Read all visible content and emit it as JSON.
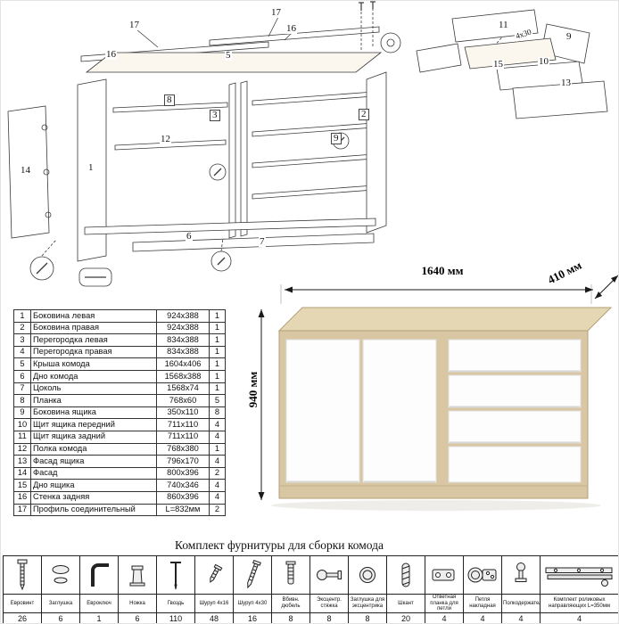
{
  "diagram": {
    "callouts": [
      {
        "label": "17"
      },
      {
        "label": "16"
      },
      {
        "label": "5"
      },
      {
        "label": "17"
      },
      {
        "label": "16"
      },
      {
        "label": "8"
      },
      {
        "label": "12"
      },
      {
        "label": "3"
      },
      {
        "label": "1"
      },
      {
        "label": "14"
      },
      {
        "label": "2"
      },
      {
        "label": "9"
      },
      {
        "label": "6"
      },
      {
        "label": "7"
      },
      {
        "label": "11"
      },
      {
        "label": "9"
      },
      {
        "label": "15"
      },
      {
        "label": "10"
      },
      {
        "label": "13"
      },
      {
        "label": "4x30"
      }
    ]
  },
  "overview": {
    "width": "1640 мм",
    "depth": "410 мм",
    "height": "940 мм"
  },
  "colors": {
    "oak_front": "#d8c7a2",
    "oak_top": "#e6d7b4",
    "front_white": "#fdfdfd",
    "line": "#3a3a3a"
  },
  "parts_table": {
    "rows": [
      {
        "num": "1",
        "name": "Боковина левая",
        "size": "924x388",
        "qty": "1"
      },
      {
        "num": "2",
        "name": "Боковина правая",
        "size": "924x388",
        "qty": "1"
      },
      {
        "num": "3",
        "name": "Перегородка левая",
        "size": "834x388",
        "qty": "1"
      },
      {
        "num": "4",
        "name": "Перегородка правая",
        "size": "834x388",
        "qty": "1"
      },
      {
        "num": "5",
        "name": "Крыша комода",
        "size": "1604x406",
        "qty": "1"
      },
      {
        "num": "6",
        "name": "Дно комода",
        "size": "1568x388",
        "qty": "1"
      },
      {
        "num": "7",
        "name": "Цоколь",
        "size": "1568x74",
        "qty": "1"
      },
      {
        "num": "8",
        "name": "Планка",
        "size": "768x60",
        "qty": "5"
      },
      {
        "num": "9",
        "name": "Боковина ящика",
        "size": "350x110",
        "qty": "8"
      },
      {
        "num": "10",
        "name": "Щит ящика передний",
        "size": "711x110",
        "qty": "4"
      },
      {
        "num": "11",
        "name": "Щит ящика задний",
        "size": "711x110",
        "qty": "4"
      },
      {
        "num": "12",
        "name": "Полка комода",
        "size": "768x380",
        "qty": "1"
      },
      {
        "num": "13",
        "name": "Фасад ящика",
        "size": "796x170",
        "qty": "4"
      },
      {
        "num": "14",
        "name": "Фасад",
        "size": "800x396",
        "qty": "2"
      },
      {
        "num": "15",
        "name": "Дно ящика",
        "size": "740x346",
        "qty": "4"
      },
      {
        "num": "16",
        "name": "Стенка задняя",
        "size": "860x396",
        "qty": "4"
      },
      {
        "num": "17",
        "name": "Профиль соединительный",
        "size": "L=832мм",
        "qty": "2"
      }
    ]
  },
  "hardware": {
    "title": "Комплект фурнитуры для сборки комода",
    "items": [
      {
        "name": "Евровинт",
        "qty": "26",
        "icon": "confirmat-screw-icon"
      },
      {
        "name": "Заглушка",
        "qty": "6",
        "icon": "plug-cap-icon"
      },
      {
        "name": "Евроключ",
        "qty": "1",
        "icon": "hex-key-icon"
      },
      {
        "name": "Ножка",
        "qty": "6",
        "icon": "furniture-leg-icon"
      },
      {
        "name": "Гвоздь",
        "qty": "110",
        "icon": "nail-icon"
      },
      {
        "name": "Шуруп 4х16",
        "qty": "48",
        "icon": "screw-4x16-icon"
      },
      {
        "name": "Шуруп 4х30",
        "qty": "16",
        "icon": "screw-4x30-icon"
      },
      {
        "name": "Вбивн. дюбель",
        "qty": "8",
        "icon": "dowel-pin-icon"
      },
      {
        "name": "Эксцентр. стяжка",
        "qty": "8",
        "icon": "cam-bolt-icon"
      },
      {
        "name": "Заглушка для эксцентрика",
        "qty": "8",
        "icon": "cam-cover-icon"
      },
      {
        "name": "Шкант",
        "qty": "20",
        "icon": "wood-dowel-icon"
      },
      {
        "name": "Ответная планка для петли",
        "qty": "4",
        "icon": "hinge-plate-icon"
      },
      {
        "name": "Петля накладная",
        "qty": "4",
        "icon": "hinge-icon"
      },
      {
        "name": "Полкодержатель",
        "qty": "4",
        "icon": "shelf-support-icon"
      },
      {
        "name": "Комплект роликовых направляющих L=350мм",
        "qty": "4",
        "icon": "drawer-slides-icon"
      }
    ]
  }
}
